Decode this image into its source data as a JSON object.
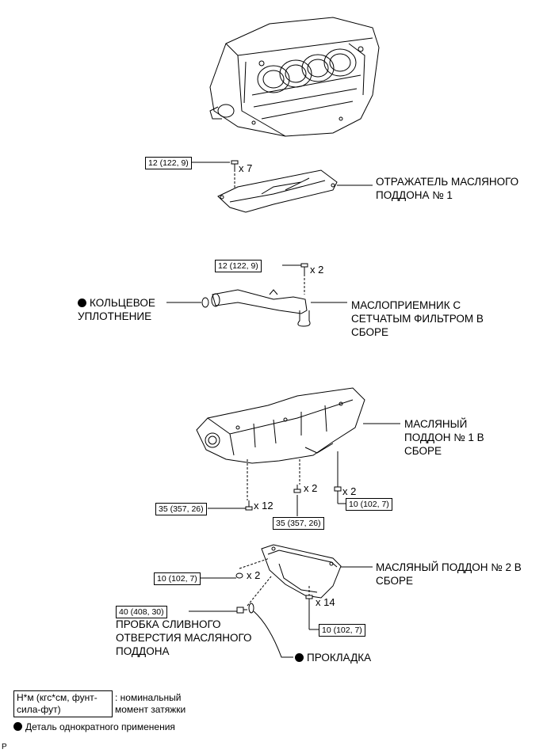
{
  "parts": {
    "oil_pan_baffle": "ОТРАЖАТЕЛЬ МАСЛЯНОГО\nПОДДОНА № 1",
    "strainer": "МАСЛОПРИЕМНИК С\nСЕТЧАТЫМ ФИЛЬТРОМ В\nСБОРЕ",
    "o_ring": "КОЛЬЦЕВОЕ\nУПЛОТНЕНИЕ",
    "oil_pan_1": "МАСЛЯНЫЙ\nПОДДОН № 1 В\nСБОРЕ",
    "oil_pan_2": "МАСЛЯНЫЙ ПОДДОН № 2 В\nСБОРЕ",
    "drain_plug": "ПРОБКА СЛИВНОГО\nОТВЕРСТИЯ МАСЛЯНОГО\nПОДДОНА",
    "gasket": "ПРОКЛАДКА"
  },
  "torques": {
    "baffle_bolt": "12 (122, 9)",
    "strainer_bolt": "12 (122, 9)",
    "pan1_bolt_a": "35 (357, 26)",
    "pan1_bolt_b": "35 (357, 26)",
    "pan1_stud": "10 (102, 7)",
    "pan2_nut": "10 (102, 7)",
    "drain_plug": "40 (408, 30)",
    "pan2_bolt": "10 (102, 7)"
  },
  "quantities": {
    "baffle": "x 7",
    "strainer": "x 2",
    "pan1_a": "x 12",
    "pan1_b": "x 2",
    "pan1_c": "x 2",
    "pan2_nut": "x 2",
    "pan2_bolt": "x 14"
  },
  "legend": {
    "unit": "Н*м (кгс*см, фунт-\nсила-фут)",
    "unit_desc": ": номинальный\nмомент затяжки",
    "single_use": "Деталь однократного применения"
  },
  "footer_code": "P"
}
